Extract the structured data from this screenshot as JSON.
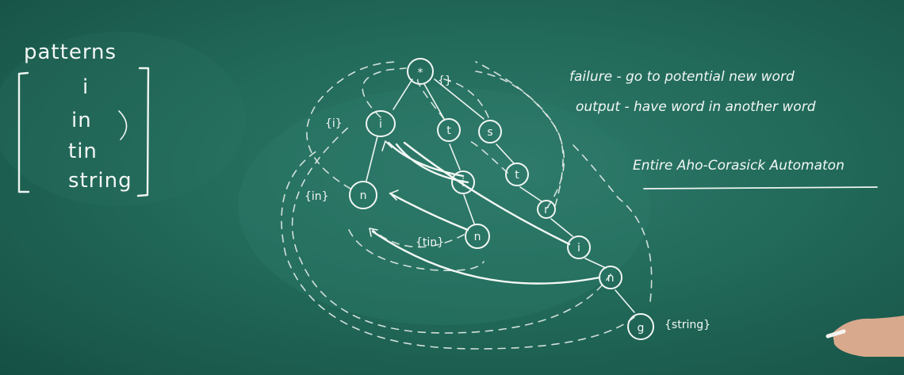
{
  "patterns": {
    "heading": "patterns",
    "items": [
      "i",
      "in",
      "tin",
      "string"
    ]
  },
  "notes": {
    "failure": "failure - go to potential new word",
    "output": "output - have word in another word",
    "title": "Entire Aho-Corasick Automaton"
  },
  "automaton": {
    "root_symbol": "*",
    "root_output": "{}",
    "nodes": {
      "i": "i",
      "in_n": "n",
      "t": "t",
      "ti": "i",
      "tin_n": "n",
      "s": "s",
      "st": "t",
      "str": "r",
      "stri": "i",
      "strin": "n",
      "string_g": "g"
    },
    "outputs": {
      "i": "{i}",
      "in": "{in}",
      "tin": "{tin}",
      "string": "{string}"
    }
  }
}
